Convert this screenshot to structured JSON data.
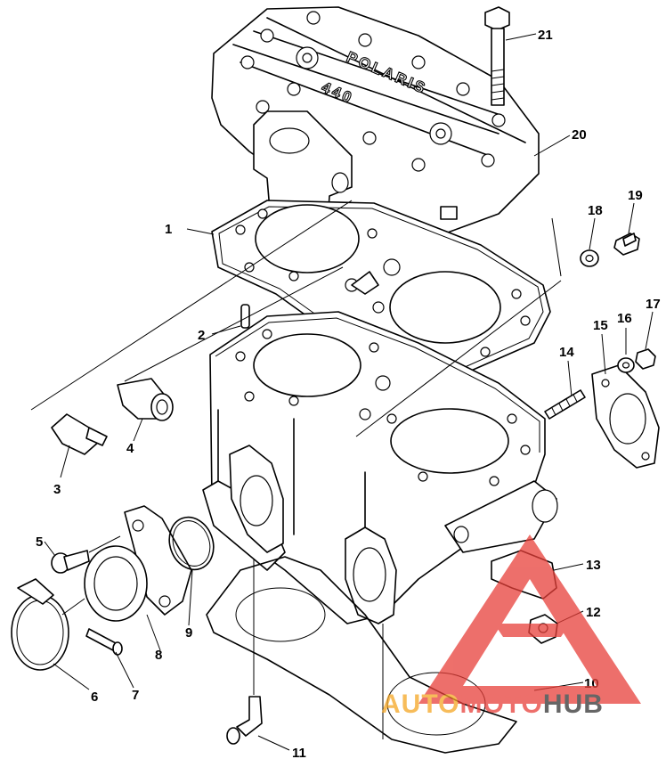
{
  "diagram": {
    "cover_text_brand": "POLARIS",
    "cover_text_model": "440",
    "callouts": [
      {
        "number": "1"
      },
      {
        "number": "2"
      },
      {
        "number": "3"
      },
      {
        "number": "4"
      },
      {
        "number": "5"
      },
      {
        "number": "6"
      },
      {
        "number": "7"
      },
      {
        "number": "8"
      },
      {
        "number": "9"
      },
      {
        "number": "10"
      },
      {
        "number": "11"
      },
      {
        "number": "12"
      },
      {
        "number": "13"
      },
      {
        "number": "14"
      },
      {
        "number": "15"
      },
      {
        "number": "16"
      },
      {
        "number": "17"
      },
      {
        "number": "18"
      },
      {
        "number": "19"
      },
      {
        "number": "20"
      },
      {
        "number": "21"
      }
    ]
  },
  "watermark": {
    "text_part1": "AUTO",
    "text_part2": "MOTO",
    "text_part3": "HUB",
    "colors": {
      "orange": "#f5a623",
      "red": "#e8403a",
      "dark": "#333333"
    }
  }
}
